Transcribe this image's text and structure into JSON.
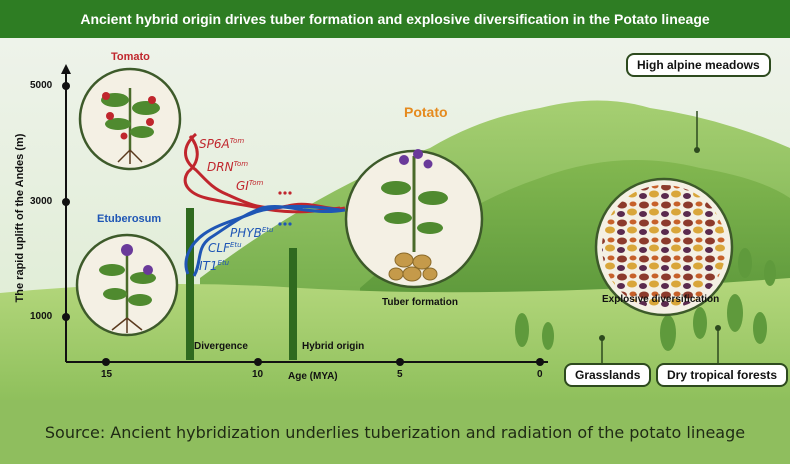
{
  "title": "Ancient hybrid origin drives tuber formation and explosive diversification in the Potato lineage",
  "y_axis": {
    "label": "The rapid uplift of the Andes (m)",
    "ticks": [
      "5000",
      "3000",
      "1000"
    ]
  },
  "x_axis": {
    "label": "Age (MYA)",
    "ticks": [
      "15",
      "10",
      "5",
      "0"
    ]
  },
  "plants": {
    "tomato": "Tomato",
    "etuberosum": "Etuberosum",
    "potato": "Potato"
  },
  "genes_tomato": [
    {
      "name": "SP6A",
      "sup": "Tom"
    },
    {
      "name": "DRN",
      "sup": "Tom"
    },
    {
      "name": "GI",
      "sup": "Tom"
    }
  ],
  "genes_etuberosum": [
    {
      "name": "PHYB",
      "sup": "Etu"
    },
    {
      "name": "CLF",
      "sup": "Etu"
    },
    {
      "name": "IT1",
      "sup": "Etu"
    }
  ],
  "events": {
    "divergence": "Divergence",
    "hybrid_origin": "Hybrid origin"
  },
  "captions": {
    "tuber": "Tuber formation",
    "diversification": "Explosive diversification"
  },
  "habitats": {
    "alpine": "High alpine meadows",
    "grasslands": "Grasslands",
    "dry_forests": "Dry tropical forests"
  },
  "source": "Source: Ancient hybridization underlies tuberization and radiation of the potato lineage",
  "colors": {
    "tomato_red": "#c0262d",
    "etu_blue": "#1f56b5",
    "potato_orange": "#e58a1e",
    "title_green": "#2e7d23",
    "bar_green": "#2f6a1f"
  }
}
